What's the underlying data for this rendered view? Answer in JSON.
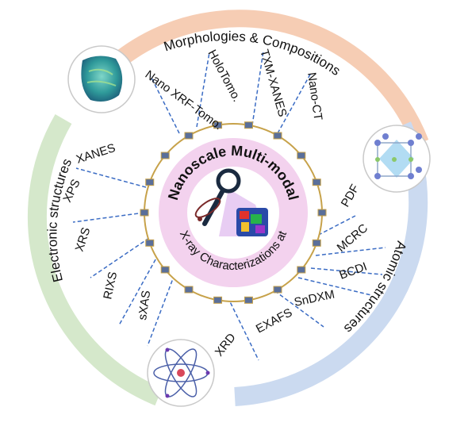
{
  "arcs": {
    "top": {
      "label": "Morphologies & Compositions",
      "fill": "#f6cdb4",
      "stroke": "#e89a6e"
    },
    "left": {
      "label": "Electronic structures",
      "fill": "#d5e8cb",
      "stroke": "#a9cc95"
    },
    "right": {
      "label": "Atomic structures",
      "fill": "#cbdaf0",
      "stroke": "#9bb5df"
    }
  },
  "center": {
    "line1": "Nanoscale Multi-modal",
    "line2": "X-ray Characterizations at",
    "disc_color": "#f3d2ee",
    "ring_color": "#c7a24a"
  },
  "techniques": {
    "morphology": [
      "Nano XRF-Tomo.",
      "HoloTomo.",
      "TXM-XANES",
      "Nano-CT"
    ],
    "electronic": [
      "XANES",
      "XPS",
      "XRS",
      "RIXS",
      "sXAS"
    ],
    "atomic": [
      "PDF",
      "MCRC",
      "BCDI",
      "SnDXM",
      "EXAFS",
      "XRD"
    ]
  },
  "icons": {
    "morphology": "particle-tomography-icon",
    "atomic": "crystal-lattice-icon",
    "electronic": "atom-orbit-icon",
    "center": "magnifier-probe-icon"
  },
  "line_color": "#3b6cc4"
}
